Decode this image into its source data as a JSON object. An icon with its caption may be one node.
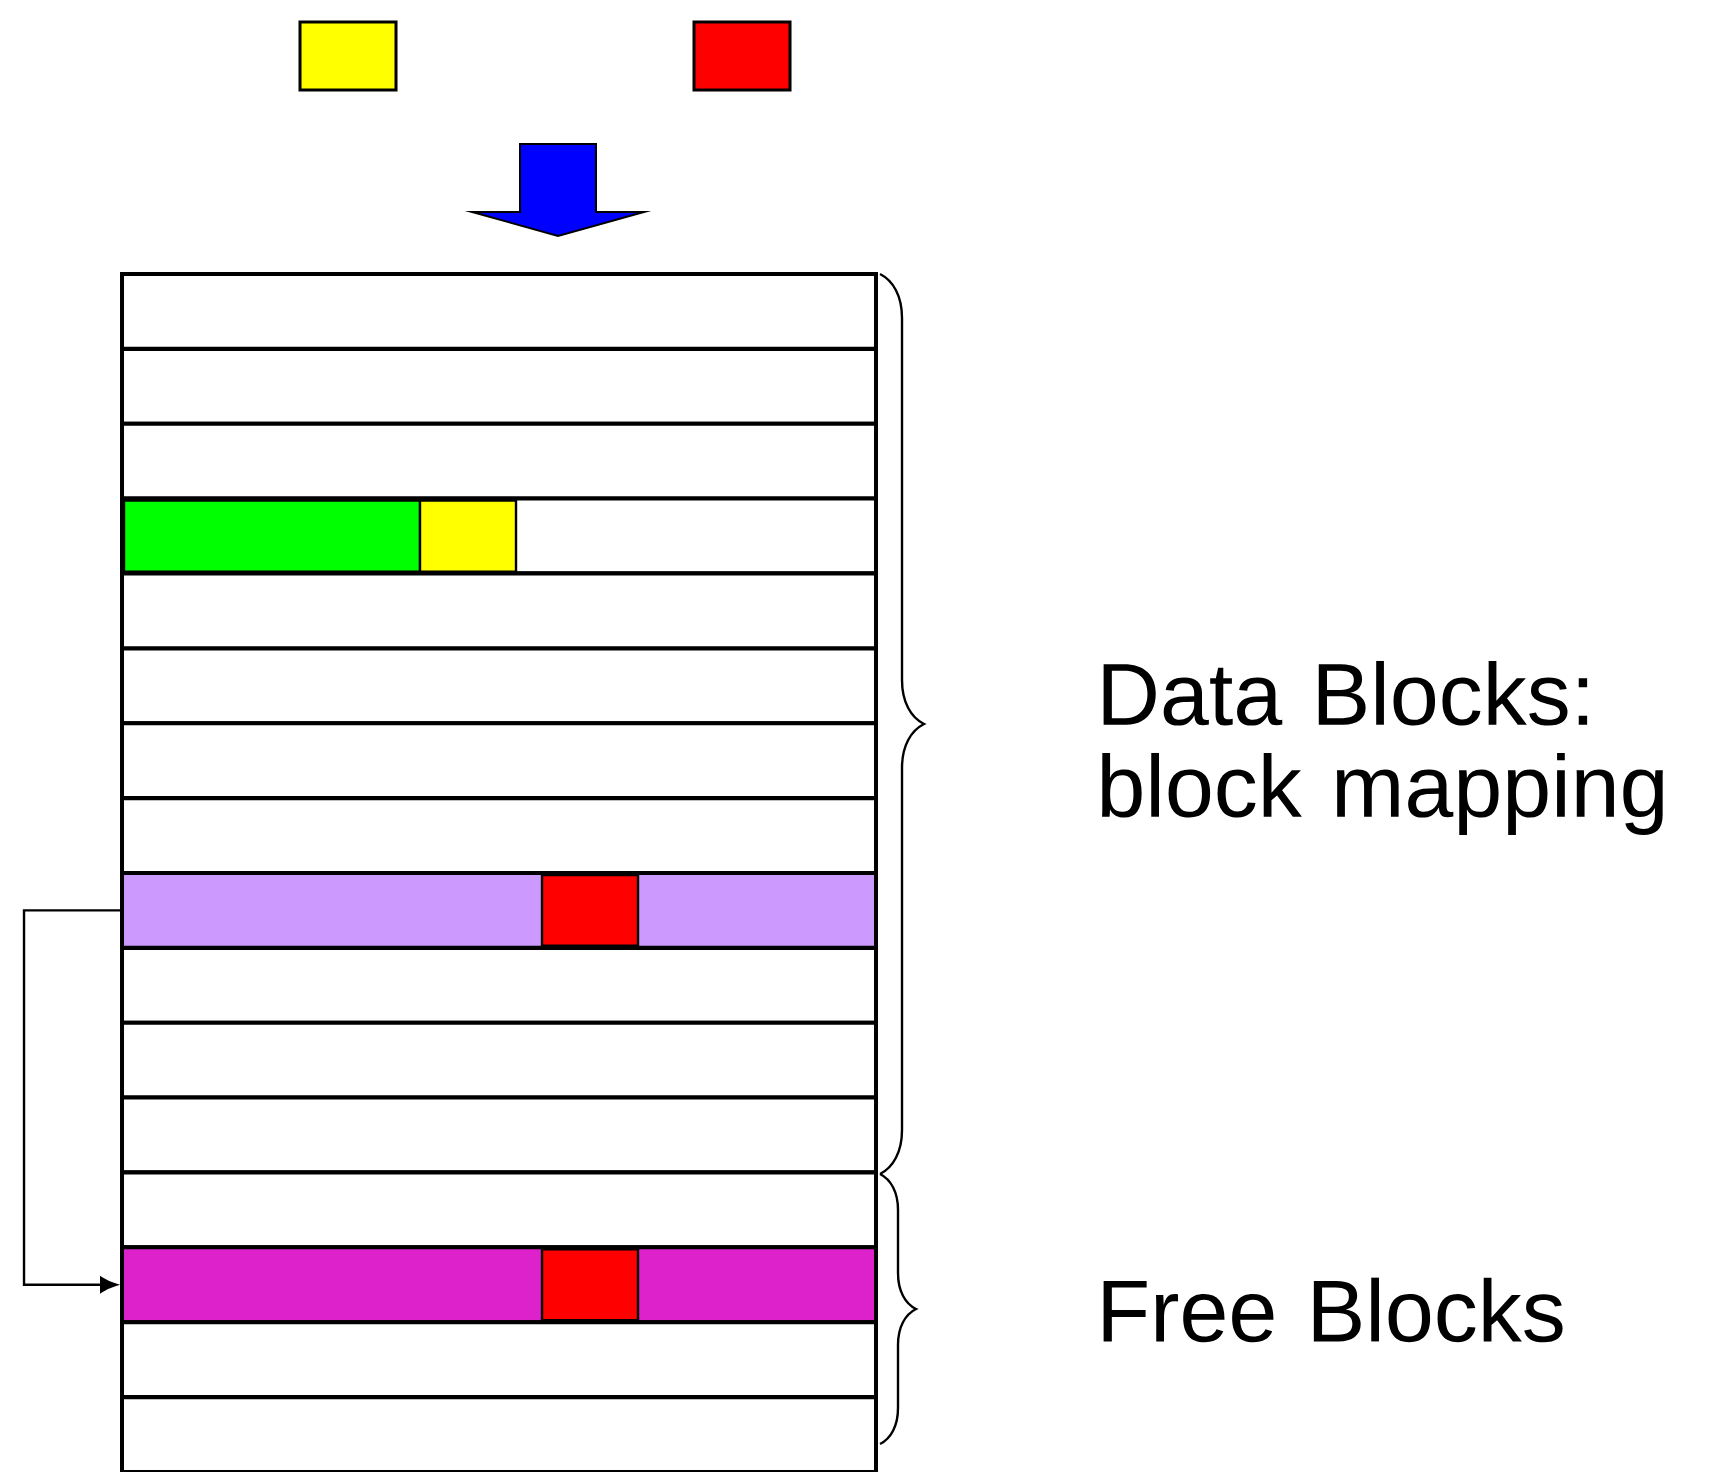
{
  "diagram": {
    "nodes": [
      {
        "text": [],
        "shape": "bar"
      },
      {
        "text": [],
        "shape": "bar"
      },
      {
        "text": [],
        "shape": "bar"
      },
      {
        "text": [],
        "shape": "bar"
      },
      {
        "text": [],
        "shape": "bar"
      },
      {
        "text": [],
        "shape": "bar"
      },
      {
        "text": [],
        "shape": "bar"
      },
      {
        "text": [],
        "shape": "bar"
      },
      {
        "text": [],
        "shape": "bar"
      },
      {
        "text": [],
        "shape": "bar"
      },
      {
        "text": [],
        "shape": "bar"
      },
      {
        "text": [],
        "shape": "bar"
      },
      {
        "text": [],
        "shape": "bar"
      },
      {
        "text": [],
        "shape": "bar"
      },
      {
        "text": [],
        "shape": "bar"
      },
      {
        "text": [],
        "shape": "bar"
      }
    ],
    "edges": [
      {
        "from": 8,
        "to": 13,
        "arrow": "to"
      }
    ],
    "labels": [
      "Data Blocks: block mapping",
      "Free Blocks"
    ]
  }
}
